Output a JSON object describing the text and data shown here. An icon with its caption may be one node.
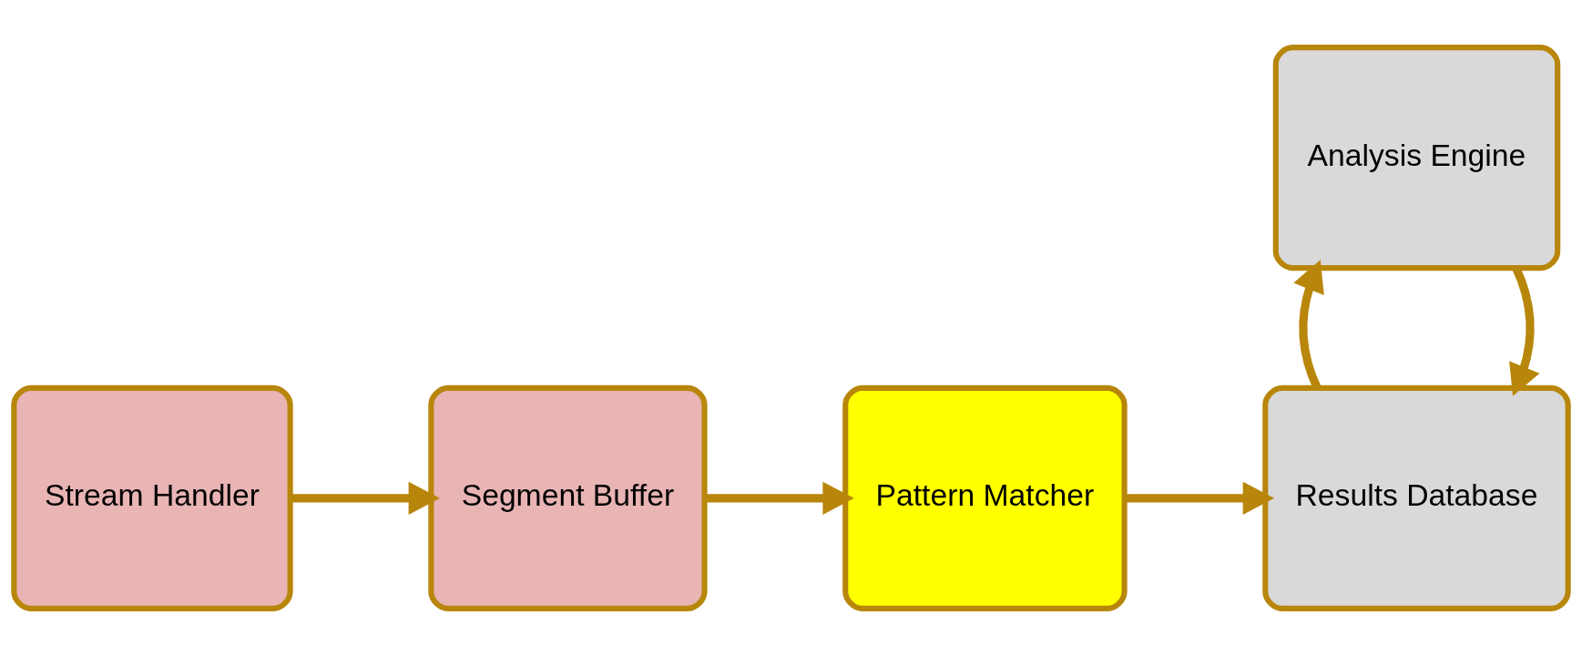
{
  "diagram": {
    "nodes": [
      {
        "text": [
          "Stream Handler"
        ]
      },
      {
        "text": [
          "Segment Buffer"
        ]
      },
      {
        "text": [
          "Pattern Matcher"
        ]
      },
      {
        "text": [
          "Results Database"
        ]
      },
      {
        "text": [
          "Analysis Engine"
        ]
      }
    ],
    "edges": [
      {
        "from": 0,
        "to": 1,
        "arrow": "to"
      },
      {
        "from": 1,
        "to": 2,
        "arrow": "to"
      },
      {
        "from": 2,
        "to": 3,
        "arrow": "to"
      },
      {
        "from": 4,
        "to": 3,
        "arrow": "to"
      },
      {
        "from": 3,
        "to": 4,
        "arrow": "to"
      }
    ]
  }
}
